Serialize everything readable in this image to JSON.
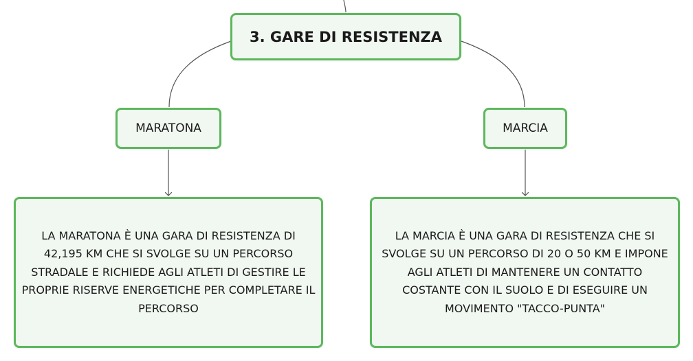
{
  "root": {
    "label": "3. GARE DI RESISTENZA"
  },
  "branches": [
    {
      "label": "MARATONA",
      "description": "LA MARATONA È UNA GARA DI RESISTENZA DI 42,195 KM CHE SI SVOLGE SU UN PERCORSO STRADALE E RICHIEDE AGLI ATLETI DI GESTIRE LE PROPRIE RISERVE ENERGETICHE PER COMPLETARE IL PERCORSO"
    },
    {
      "label": "MARCIA",
      "description": "LA MARCIA È UNA GARA DI RESISTENZA CHE SI SVOLGE SU UN PERCORSO DI 20 O 50 KM E IMPONE AGLI ATLETI DI MANTENERE UN CONTATTO COSTANTE CON IL SUOLO E DI ESEGUIRE UN MOVIMENTO \"TACCO-PUNTA\""
    }
  ],
  "colors": {
    "node_border": "#5cb85c",
    "node_fill": "#f1f8f1",
    "connector": "#555555"
  }
}
